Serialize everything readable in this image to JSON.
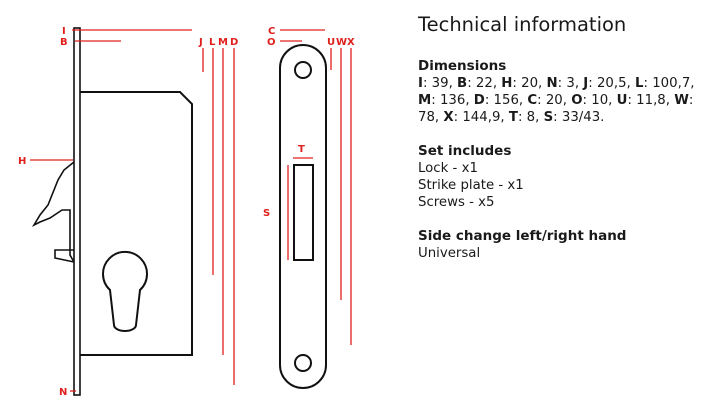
{
  "drawing": {
    "labels": {
      "I": "I",
      "B": "B",
      "H": "H",
      "N": "N",
      "J": "J",
      "L": "L",
      "M": "M",
      "D": "D",
      "C": "C",
      "O": "O",
      "U": "U",
      "W": "W",
      "X": "X",
      "T": "T",
      "S": "S"
    },
    "accent": "#e0201c"
  },
  "info": {
    "title": "Technical information",
    "dimensions_heading": "Dimensions",
    "dimensions": [
      [
        "I",
        "39"
      ],
      [
        "B",
        "22"
      ],
      [
        "H",
        "20"
      ],
      [
        "N",
        "3"
      ],
      [
        "J",
        "20,5"
      ],
      [
        "L",
        "100,7"
      ],
      [
        "M",
        "136"
      ],
      [
        "D",
        "156"
      ],
      [
        "C",
        "20"
      ],
      [
        "O",
        "10"
      ],
      [
        "U",
        "11,8"
      ],
      [
        "W",
        "78"
      ],
      [
        "X",
        "144,9"
      ],
      [
        "T",
        "8"
      ],
      [
        "S",
        "33/43"
      ]
    ],
    "set_heading": "Set includes",
    "set_items": [
      "Lock - x1",
      "Strike plate - x1",
      "Screws - x5"
    ],
    "side_heading": "Side change left/right hand",
    "side_value": "Universal"
  }
}
